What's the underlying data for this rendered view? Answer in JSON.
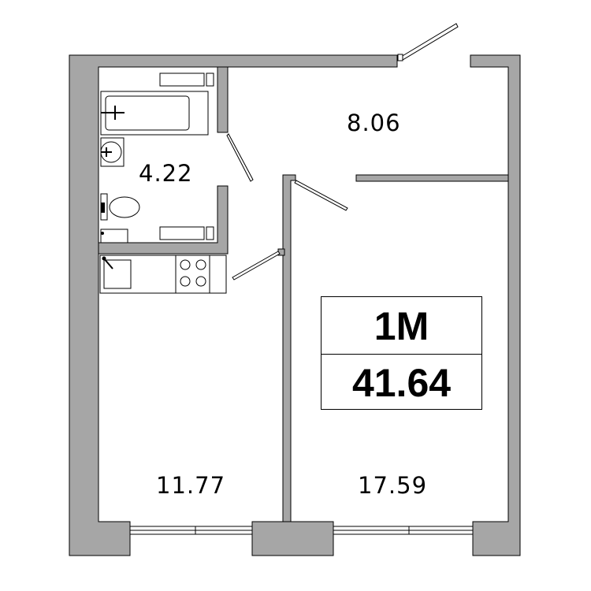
{
  "plan": {
    "apartment_type": "1М",
    "total_area": "41.64",
    "rooms": [
      {
        "id": "bathroom",
        "area": "4.22"
      },
      {
        "id": "hall",
        "area": "8.06"
      },
      {
        "id": "kitchen-room",
        "area": "11.77"
      },
      {
        "id": "living-room",
        "area": "17.59"
      }
    ]
  },
  "colors": {
    "wall_fill": "#a6a6a6",
    "line": "#000000",
    "background": "#ffffff"
  }
}
